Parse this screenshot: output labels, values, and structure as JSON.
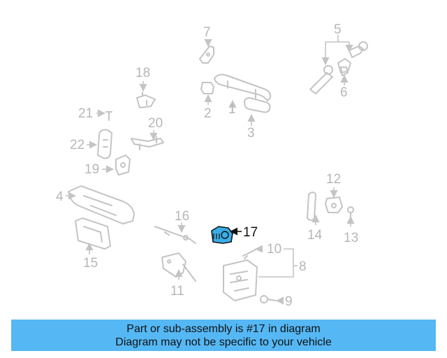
{
  "callouts": {
    "c1": "1",
    "c2": "2",
    "c3": "3",
    "c4": "4",
    "c5": "5",
    "c6": "6",
    "c7": "7",
    "c8": "8",
    "c9": "9",
    "c10": "10",
    "c11": "11",
    "c12": "12",
    "c13": "13",
    "c14": "14",
    "c15": "15",
    "c16": "16",
    "c17": "17",
    "c18": "18",
    "c19": "19",
    "c20": "20",
    "c21": "21",
    "c22": "22"
  },
  "highlighted_part": "17",
  "colors": {
    "footer_background": "#55b8f5",
    "highlight_part_fill": "#3aaee8",
    "inactive_line": "#c4c4c4",
    "inactive_label": "#b7b7b7"
  },
  "footer": {
    "line1": "Part or sub-assembly is #17 in diagram",
    "line2": "Diagram may not be specific to your vehicle"
  }
}
